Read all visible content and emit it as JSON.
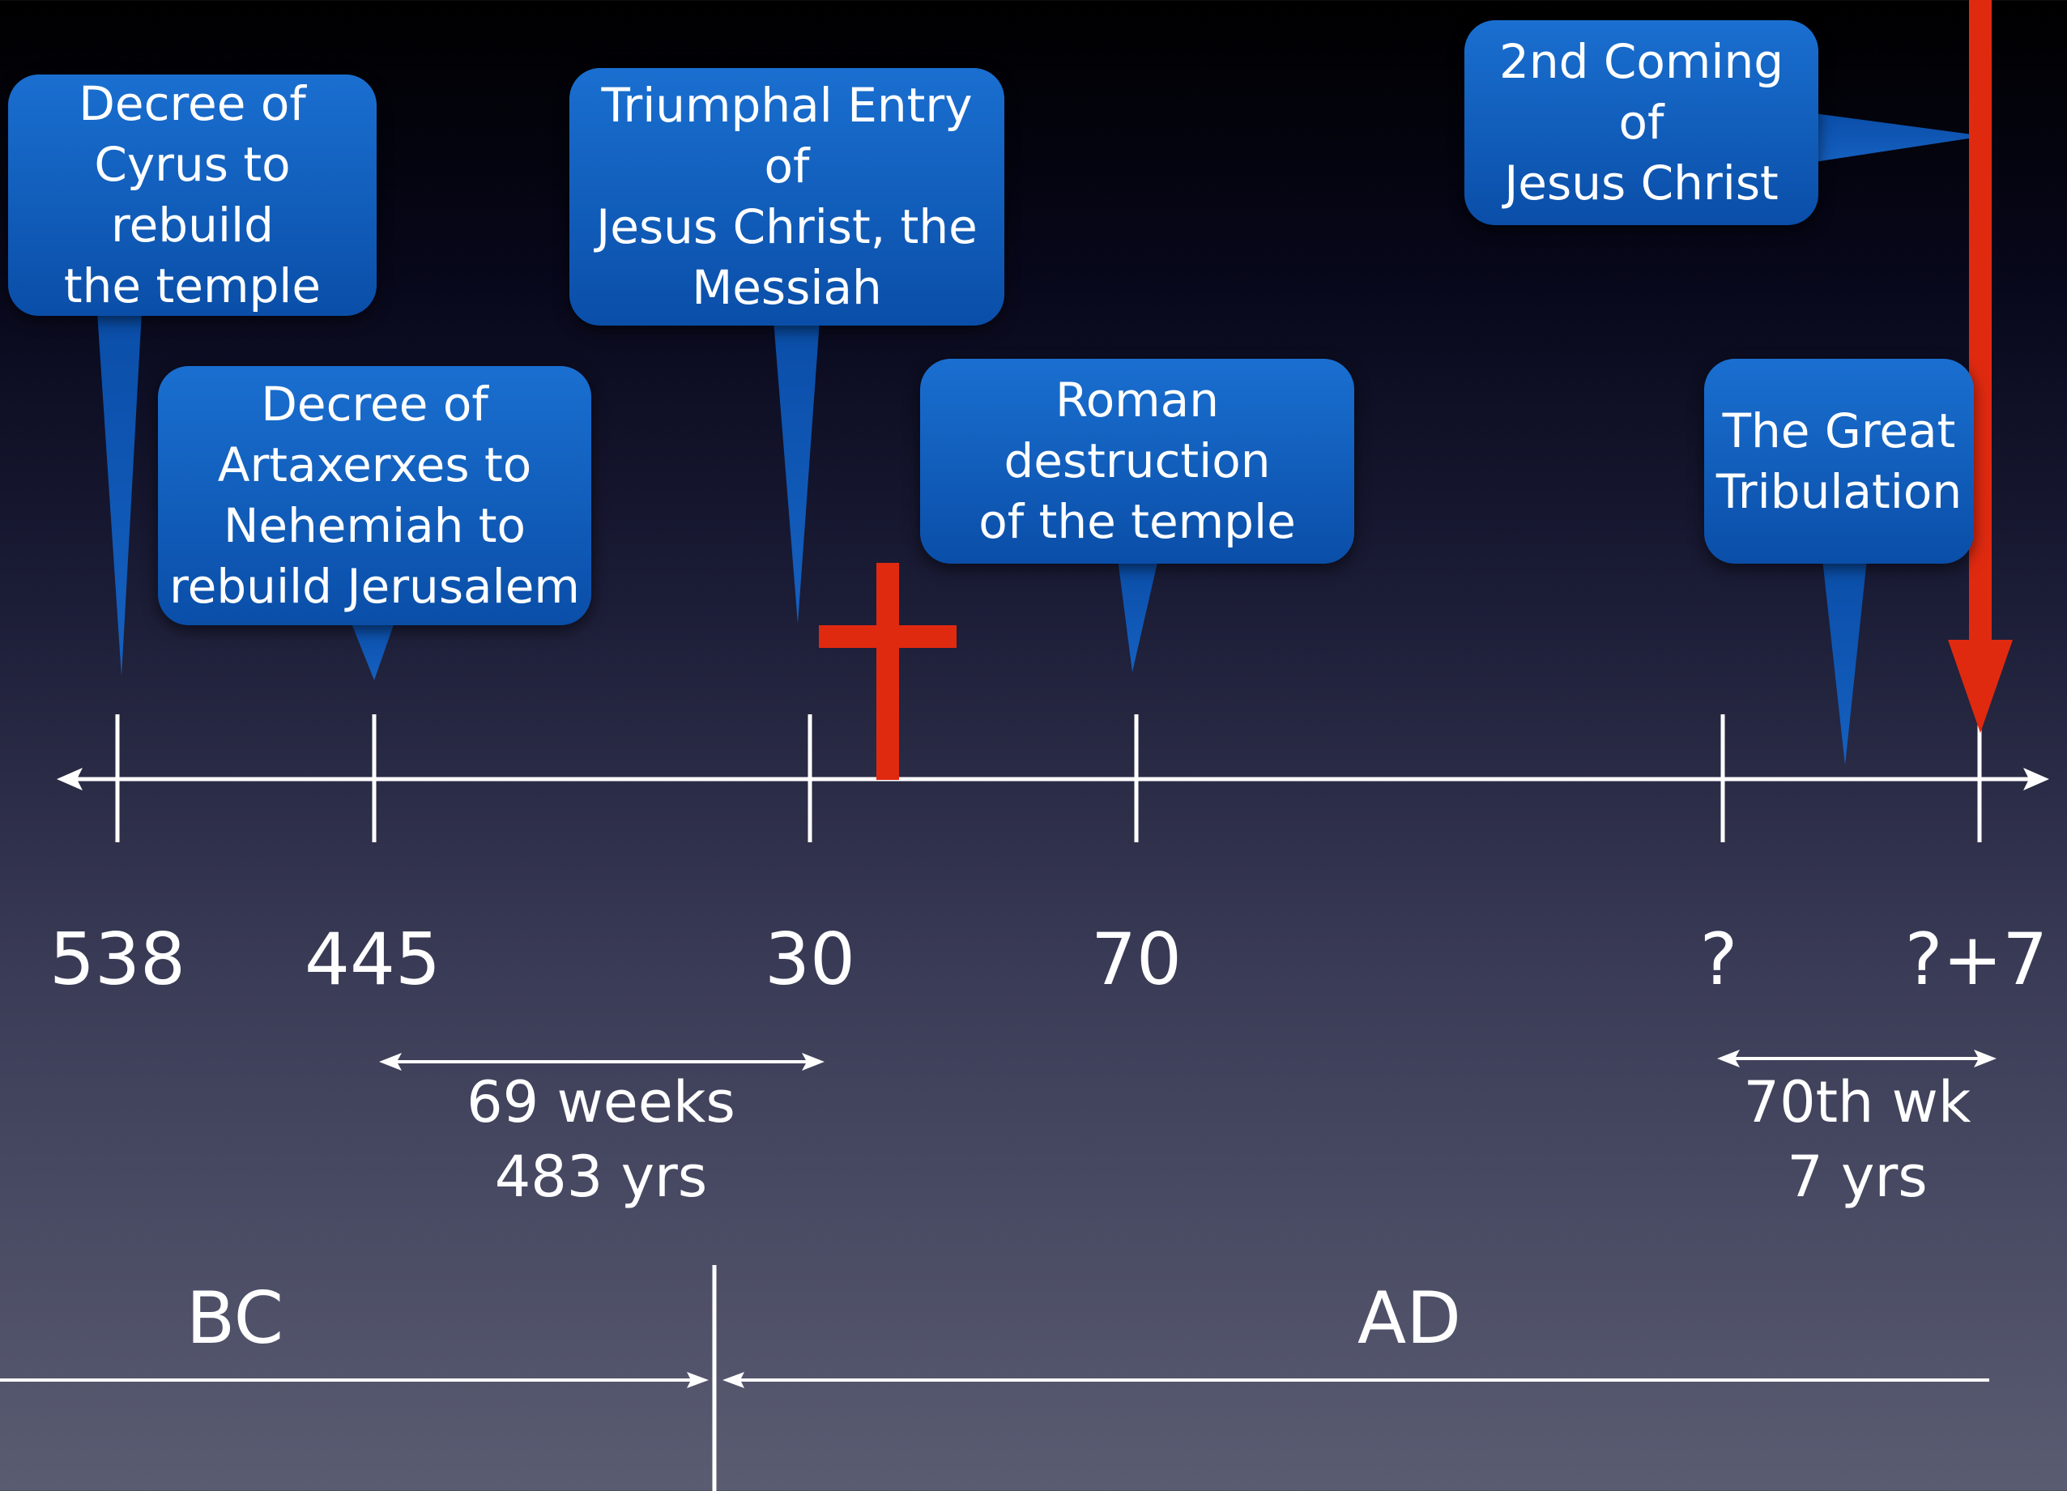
{
  "callouts": {
    "cyrus": "Decree of\nCyrus to rebuild\nthe temple",
    "artaxerxes": "Decree of\nArtaxerxes to\nNehemiah to\nrebuild Jerusalem",
    "triumphal": "Triumphal Entry of\nJesus Christ, the\nMessiah",
    "roman": "Roman destruction\nof the temple",
    "tribulation": "The Great\nTribulation",
    "second_coming": "2nd Coming of\nJesus Christ"
  },
  "years": [
    "538",
    "445",
    "30",
    "70",
    "?",
    "?+7"
  ],
  "spans": {
    "sixty_nine": "69 weeks\n483 yrs",
    "seventieth": "70th wk\n7 yrs"
  },
  "eras": {
    "bc": "BC",
    "ad": "AD"
  },
  "colors": {
    "bubble": "#0a5cc0",
    "cross": "#e02a10",
    "line": "#ffffff"
  }
}
